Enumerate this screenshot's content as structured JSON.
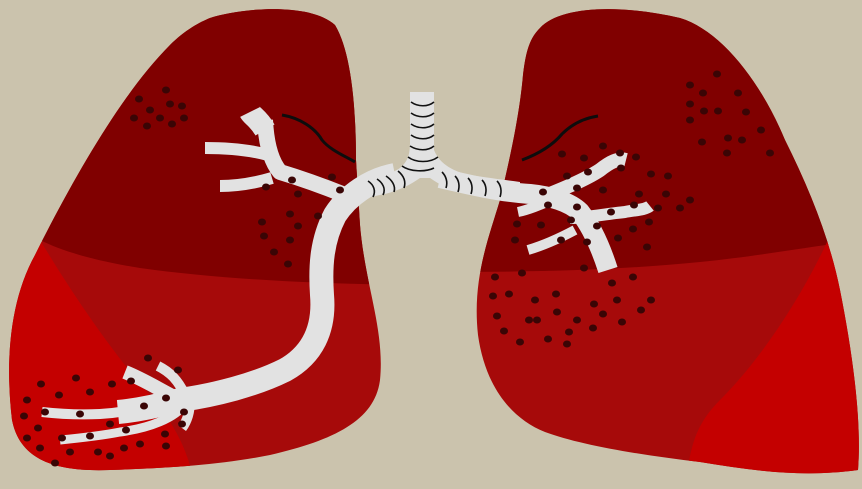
{
  "colors": {
    "background": "#cbc3ad",
    "upper_lobe": "#800000",
    "lower_lobe": "#a60a0a",
    "bright_lobe": "#c40000",
    "airway": "#e2e2e2",
    "ring": "#111111",
    "lesion": "#3a0505"
  },
  "parts": [
    "left-lung",
    "right-lung",
    "trachea",
    "bronchi",
    "lesions"
  ]
}
